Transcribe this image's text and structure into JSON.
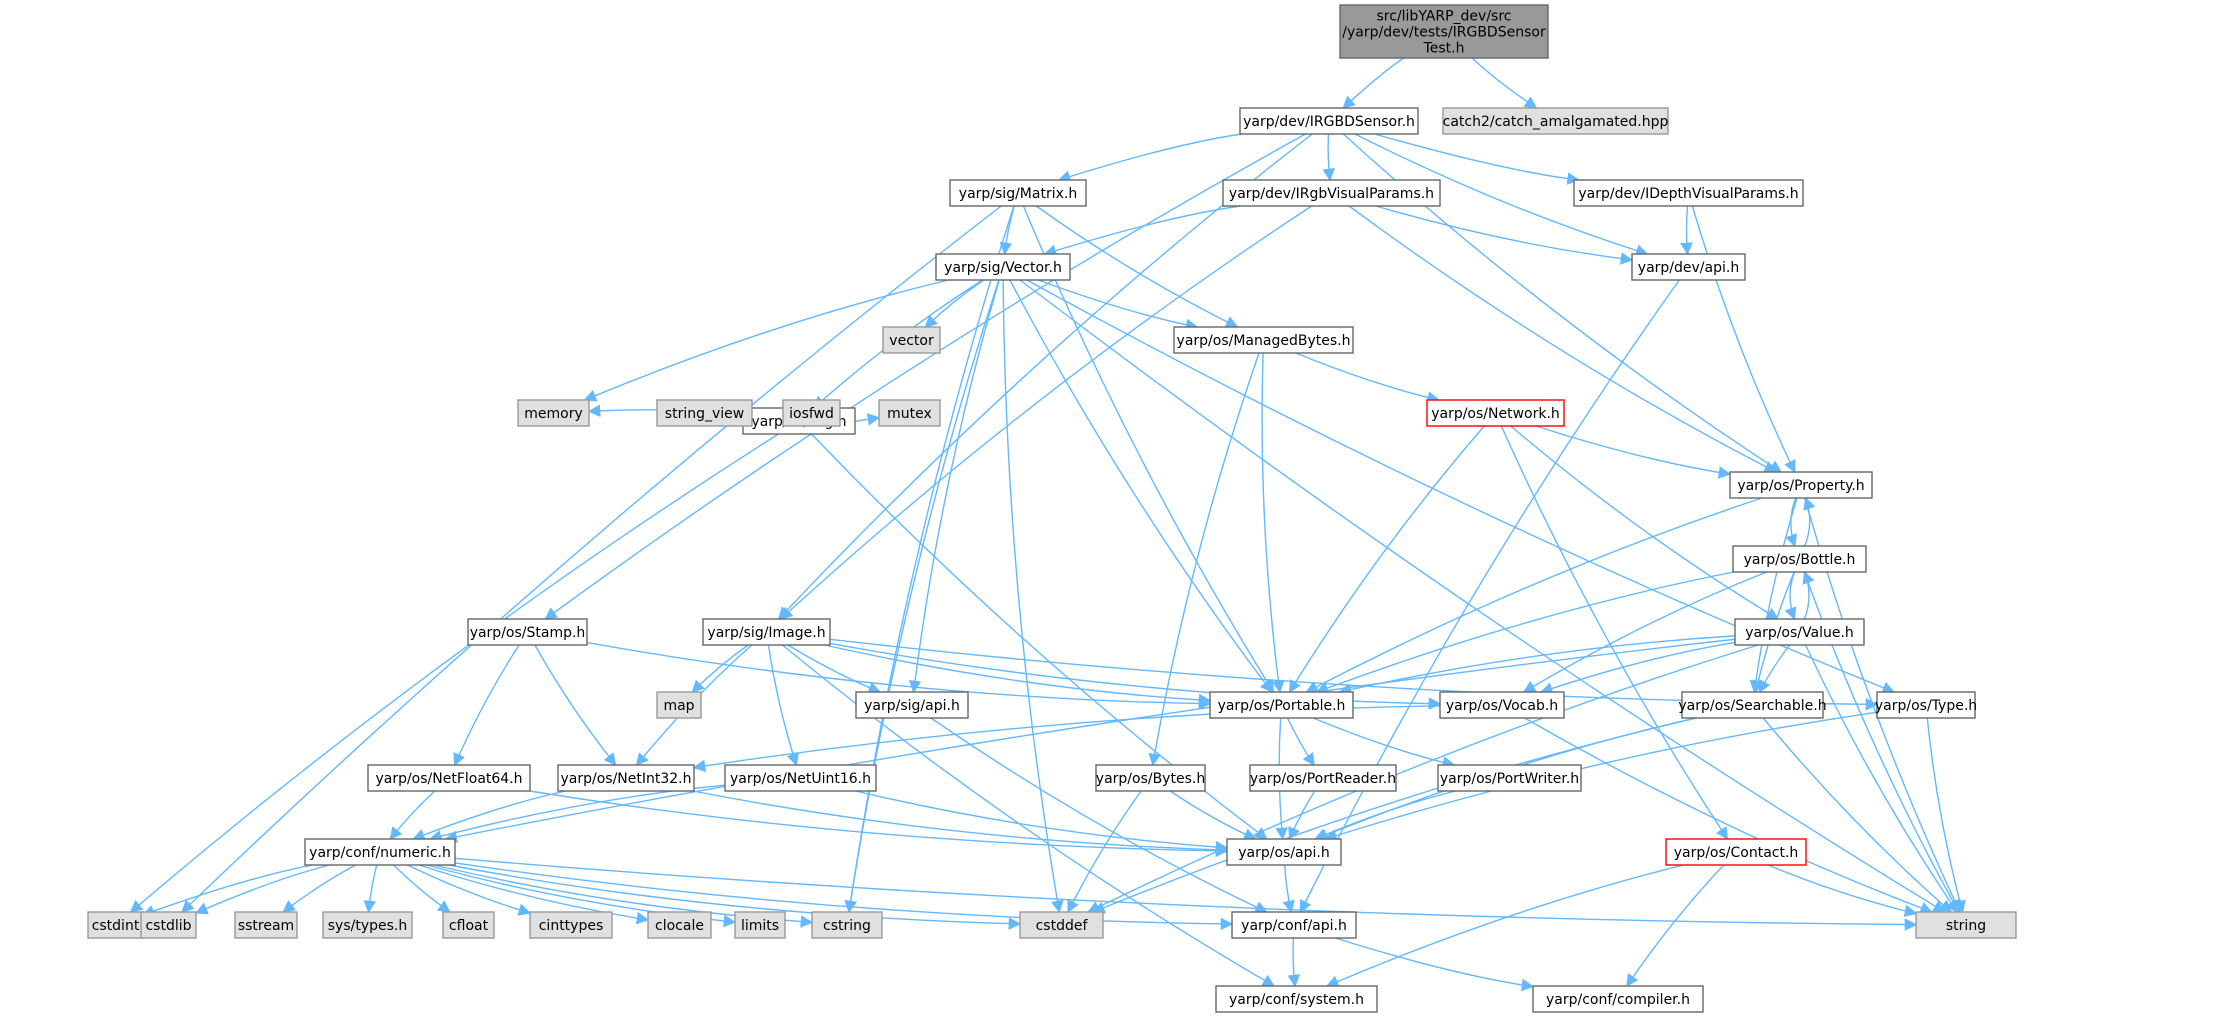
{
  "colors": {
    "edge": "#63b8ff",
    "node_fill": "#ffffff",
    "node_stroke": "#666666",
    "ext_fill": "#e0e0e0",
    "ext_stroke": "#999999",
    "root_fill": "#999999",
    "root_stroke": "#666666",
    "incomplete_stroke": "#ff0000"
  },
  "nodes": [
    {
      "id": "root",
      "lines": [
        "src/libYARP_dev/src",
        "/yarp/dev/tests/IRGBDSensor",
        "Test.h"
      ],
      "kind": "root"
    },
    {
      "id": "IRGBDSensor",
      "lines": [
        "yarp/dev/IRGBDSensor.h"
      ],
      "kind": "normal"
    },
    {
      "id": "catch2",
      "lines": [
        "catch2/catch_amalgamated.hpp"
      ],
      "kind": "external"
    },
    {
      "id": "Matrix",
      "lines": [
        "yarp/sig/Matrix.h"
      ],
      "kind": "normal"
    },
    {
      "id": "IRgbVisualParams",
      "lines": [
        "yarp/dev/IRgbVisualParams.h"
      ],
      "kind": "normal"
    },
    {
      "id": "IDepthVisualParams",
      "lines": [
        "yarp/dev/IDepthVisualParams.h"
      ],
      "kind": "normal"
    },
    {
      "id": "Vector",
      "lines": [
        "yarp/sig/Vector.h"
      ],
      "kind": "normal"
    },
    {
      "id": "devapi",
      "lines": [
        "yarp/dev/api.h"
      ],
      "kind": "normal"
    },
    {
      "id": "Log",
      "lines": [
        "yarp/os/Log.h"
      ],
      "kind": "normal"
    },
    {
      "id": "vector",
      "lines": [
        "vector"
      ],
      "kind": "external"
    },
    {
      "id": "ManagedBytes",
      "lines": [
        "yarp/os/ManagedBytes.h"
      ],
      "kind": "normal"
    },
    {
      "id": "memory",
      "lines": [
        "memory"
      ],
      "kind": "external"
    },
    {
      "id": "string_view",
      "lines": [
        "string_view"
      ],
      "kind": "external"
    },
    {
      "id": "iosfwd",
      "lines": [
        "iosfwd"
      ],
      "kind": "external"
    },
    {
      "id": "mutex",
      "lines": [
        "mutex"
      ],
      "kind": "external"
    },
    {
      "id": "Network",
      "lines": [
        "yarp/os/Network.h"
      ],
      "kind": "incomplete"
    },
    {
      "id": "Property",
      "lines": [
        "yarp/os/Property.h"
      ],
      "kind": "normal"
    },
    {
      "id": "Bottle",
      "lines": [
        "yarp/os/Bottle.h"
      ],
      "kind": "normal"
    },
    {
      "id": "Stamp",
      "lines": [
        "yarp/os/Stamp.h"
      ],
      "kind": "normal"
    },
    {
      "id": "Image",
      "lines": [
        "yarp/sig/Image.h"
      ],
      "kind": "normal"
    },
    {
      "id": "Value",
      "lines": [
        "yarp/os/Value.h"
      ],
      "kind": "normal"
    },
    {
      "id": "map",
      "lines": [
        "map"
      ],
      "kind": "external"
    },
    {
      "id": "sigapi",
      "lines": [
        "yarp/sig/api.h"
      ],
      "kind": "normal"
    },
    {
      "id": "Portable",
      "lines": [
        "yarp/os/Portable.h"
      ],
      "kind": "normal"
    },
    {
      "id": "Vocab",
      "lines": [
        "yarp/os/Vocab.h"
      ],
      "kind": "normal"
    },
    {
      "id": "Searchable",
      "lines": [
        "yarp/os/Searchable.h"
      ],
      "kind": "normal"
    },
    {
      "id": "Type",
      "lines": [
        "yarp/os/Type.h"
      ],
      "kind": "normal"
    },
    {
      "id": "NetFloat64",
      "lines": [
        "yarp/os/NetFloat64.h"
      ],
      "kind": "normal"
    },
    {
      "id": "NetInt32",
      "lines": [
        "yarp/os/NetInt32.h"
      ],
      "kind": "normal"
    },
    {
      "id": "NetUint16",
      "lines": [
        "yarp/os/NetUint16.h"
      ],
      "kind": "normal"
    },
    {
      "id": "Bytes",
      "lines": [
        "yarp/os/Bytes.h"
      ],
      "kind": "normal"
    },
    {
      "id": "PortReader",
      "lines": [
        "yarp/os/PortReader.h"
      ],
      "kind": "normal"
    },
    {
      "id": "PortWriter",
      "lines": [
        "yarp/os/PortWriter.h"
      ],
      "kind": "normal"
    },
    {
      "id": "numeric",
      "lines": [
        "yarp/conf/numeric.h"
      ],
      "kind": "normal"
    },
    {
      "id": "osapi",
      "lines": [
        "yarp/os/api.h"
      ],
      "kind": "normal"
    },
    {
      "id": "Contact",
      "lines": [
        "yarp/os/Contact.h"
      ],
      "kind": "incomplete"
    },
    {
      "id": "cstdint",
      "lines": [
        "cstdint"
      ],
      "kind": "external"
    },
    {
      "id": "cstdlib",
      "lines": [
        "cstdlib"
      ],
      "kind": "external"
    },
    {
      "id": "sstream",
      "lines": [
        "sstream"
      ],
      "kind": "external"
    },
    {
      "id": "systypes",
      "lines": [
        "sys/types.h"
      ],
      "kind": "external"
    },
    {
      "id": "cfloat",
      "lines": [
        "cfloat"
      ],
      "kind": "external"
    },
    {
      "id": "cinttypes",
      "lines": [
        "cinttypes"
      ],
      "kind": "external"
    },
    {
      "id": "clocale",
      "lines": [
        "clocale"
      ],
      "kind": "external"
    },
    {
      "id": "limits",
      "lines": [
        "limits"
      ],
      "kind": "external"
    },
    {
      "id": "cstring",
      "lines": [
        "cstring"
      ],
      "kind": "external"
    },
    {
      "id": "cstddef",
      "lines": [
        "cstddef"
      ],
      "kind": "external"
    },
    {
      "id": "confapi",
      "lines": [
        "yarp/conf/api.h"
      ],
      "kind": "normal"
    },
    {
      "id": "string",
      "lines": [
        "string"
      ],
      "kind": "external"
    },
    {
      "id": "system",
      "lines": [
        "yarp/conf/system.h"
      ],
      "kind": "normal"
    },
    {
      "id": "compiler",
      "lines": [
        "yarp/conf/compiler.h"
      ],
      "kind": "normal"
    }
  ],
  "edges": [
    [
      "root",
      "IRGBDSensor"
    ],
    [
      "root",
      "catch2"
    ],
    [
      "IRGBDSensor",
      "Matrix"
    ],
    [
      "IRGBDSensor",
      "IRgbVisualParams"
    ],
    [
      "IRGBDSensor",
      "IDepthVisualParams"
    ],
    [
      "IRGBDSensor",
      "devapi"
    ],
    [
      "IRGBDSensor",
      "Property"
    ],
    [
      "IRGBDSensor",
      "Stamp"
    ],
    [
      "IRGBDSensor",
      "Image"
    ],
    [
      "Matrix",
      "Vector"
    ],
    [
      "Matrix",
      "ManagedBytes"
    ],
    [
      "Matrix",
      "Portable"
    ],
    [
      "Matrix",
      "cstdlib"
    ],
    [
      "Matrix",
      "cstring"
    ],
    [
      "IRgbVisualParams",
      "Vector"
    ],
    [
      "IRgbVisualParams",
      "devapi"
    ],
    [
      "IRgbVisualParams",
      "Property"
    ],
    [
      "IRgbVisualParams",
      "Image"
    ],
    [
      "IDepthVisualParams",
      "devapi"
    ],
    [
      "IDepthVisualParams",
      "Property"
    ],
    [
      "Vector",
      "Log"
    ],
    [
      "Vector",
      "vector"
    ],
    [
      "Vector",
      "ManagedBytes"
    ],
    [
      "Vector",
      "memory"
    ],
    [
      "Vector",
      "sigapi"
    ],
    [
      "Vector",
      "Portable"
    ],
    [
      "Vector",
      "Type"
    ],
    [
      "Vector",
      "string"
    ],
    [
      "Vector",
      "cstring"
    ],
    [
      "Vector",
      "cstddef"
    ],
    [
      "devapi",
      "confapi"
    ],
    [
      "Log",
      "memory"
    ],
    [
      "Log",
      "string_view"
    ],
    [
      "Log",
      "iosfwd"
    ],
    [
      "Log",
      "mutex"
    ],
    [
      "Log",
      "osapi"
    ],
    [
      "Log",
      "cstdint"
    ],
    [
      "ManagedBytes",
      "Network"
    ],
    [
      "ManagedBytes",
      "Portable"
    ],
    [
      "ManagedBytes",
      "Bytes"
    ],
    [
      "Network",
      "Property"
    ],
    [
      "Network",
      "Value"
    ],
    [
      "Network",
      "Portable"
    ],
    [
      "Network",
      "Contact"
    ],
    [
      "Property",
      "Bottle"
    ],
    [
      "Property",
      "Searchable"
    ],
    [
      "Property",
      "Portable"
    ],
    [
      "Property",
      "string"
    ],
    [
      "Bottle",
      "Property"
    ],
    [
      "Bottle",
      "Value"
    ],
    [
      "Bottle",
      "Portable"
    ],
    [
      "Bottle",
      "Vocab"
    ],
    [
      "Bottle",
      "Searchable"
    ],
    [
      "Bottle",
      "string"
    ],
    [
      "Value",
      "Bottle"
    ],
    [
      "Value",
      "Portable"
    ],
    [
      "Value",
      "Vocab"
    ],
    [
      "Value",
      "Searchable"
    ],
    [
      "Value",
      "numeric"
    ],
    [
      "Value",
      "string"
    ],
    [
      "Value",
      "cstddef"
    ],
    [
      "Stamp",
      "Portable"
    ],
    [
      "Stamp",
      "NetInt32"
    ],
    [
      "Stamp",
      "NetFloat64"
    ],
    [
      "Image",
      "map"
    ],
    [
      "Image",
      "sigapi"
    ],
    [
      "Image",
      "Portable"
    ],
    [
      "Image",
      "Vocab"
    ],
    [
      "Image",
      "Type"
    ],
    [
      "Image",
      "NetInt32"
    ],
    [
      "Image",
      "NetUint16"
    ],
    [
      "Image",
      "system"
    ],
    [
      "sigapi",
      "confapi"
    ],
    [
      "Portable",
      "PortReader"
    ],
    [
      "Portable",
      "PortWriter"
    ],
    [
      "Portable",
      "osapi"
    ],
    [
      "Vocab",
      "NetInt32"
    ],
    [
      "Vocab",
      "string"
    ],
    [
      "Searchable",
      "osapi"
    ],
    [
      "Searchable",
      "string"
    ],
    [
      "Searchable",
      "cstddef"
    ],
    [
      "Type",
      "osapi"
    ],
    [
      "Type",
      "string"
    ],
    [
      "NetFloat64",
      "numeric"
    ],
    [
      "NetFloat64",
      "osapi"
    ],
    [
      "NetInt32",
      "numeric"
    ],
    [
      "NetInt32",
      "osapi"
    ],
    [
      "NetUint16",
      "numeric"
    ],
    [
      "NetUint16",
      "osapi"
    ],
    [
      "Bytes",
      "osapi"
    ],
    [
      "Bytes",
      "cstddef"
    ],
    [
      "PortReader",
      "osapi"
    ],
    [
      "PortWriter",
      "osapi"
    ],
    [
      "osapi",
      "confapi"
    ],
    [
      "numeric",
      "cstdint"
    ],
    [
      "numeric",
      "cstdlib"
    ],
    [
      "numeric",
      "sstream"
    ],
    [
      "numeric",
      "systypes"
    ],
    [
      "numeric",
      "cfloat"
    ],
    [
      "numeric",
      "cinttypes"
    ],
    [
      "numeric",
      "clocale"
    ],
    [
      "numeric",
      "limits"
    ],
    [
      "numeric",
      "cstring"
    ],
    [
      "numeric",
      "cstddef"
    ],
    [
      "numeric",
      "confapi"
    ],
    [
      "numeric",
      "string"
    ],
    [
      "confapi",
      "system"
    ],
    [
      "confapi",
      "compiler"
    ],
    [
      "Contact",
      "system"
    ],
    [
      "Contact",
      "compiler"
    ],
    [
      "Contact",
      "string"
    ]
  ]
}
